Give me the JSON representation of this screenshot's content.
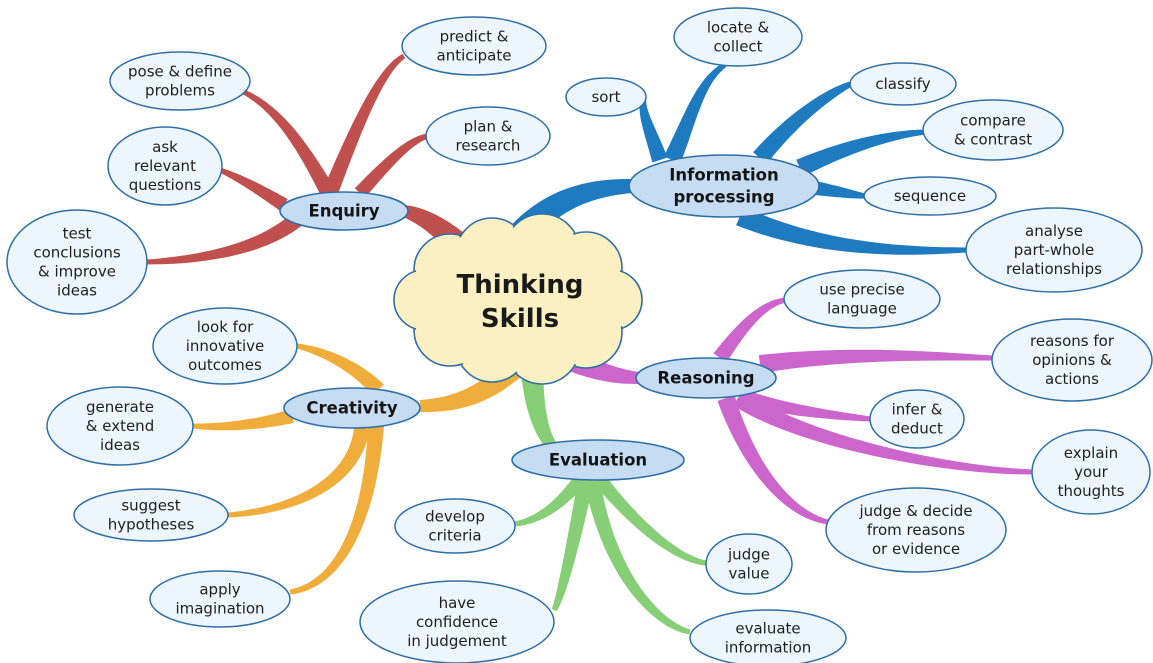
{
  "center": {
    "label": [
      "Thinking",
      "Skills"
    ]
  },
  "colors": {
    "enquiry": "#c0504d",
    "information": "#1f7bbf",
    "reasoning": "#cc66cc",
    "evaluation": "#86cf77",
    "creativity": "#f0ad3b",
    "center_fill": "#fcefc2"
  },
  "branches": [
    {
      "id": "enquiry",
      "label": [
        "Enquiry"
      ],
      "children": [
        {
          "id": "pose",
          "label": [
            "pose & define",
            "problems"
          ]
        },
        {
          "id": "predict",
          "label": [
            "predict &",
            "anticipate"
          ]
        },
        {
          "id": "ask",
          "label": [
            "ask",
            "relevant",
            "questions"
          ]
        },
        {
          "id": "plan",
          "label": [
            "plan &",
            "research"
          ]
        },
        {
          "id": "test",
          "label": [
            "test",
            "conclusions",
            "& improve",
            "ideas"
          ]
        }
      ]
    },
    {
      "id": "information",
      "label": [
        "Information",
        "processing"
      ],
      "children": [
        {
          "id": "locate",
          "label": [
            "locate &",
            "collect"
          ]
        },
        {
          "id": "sort",
          "label": [
            "sort"
          ]
        },
        {
          "id": "classify",
          "label": [
            "classify"
          ]
        },
        {
          "id": "compare",
          "label": [
            "compare",
            "& contrast"
          ]
        },
        {
          "id": "sequence",
          "label": [
            "sequence"
          ]
        },
        {
          "id": "analyse",
          "label": [
            "analyse",
            "part-whole",
            "relationships"
          ]
        }
      ]
    },
    {
      "id": "reasoning",
      "label": [
        "Reasoning"
      ],
      "children": [
        {
          "id": "precise",
          "label": [
            "use precise",
            "language"
          ]
        },
        {
          "id": "reasons",
          "label": [
            "reasons for",
            "opinions &",
            "actions"
          ]
        },
        {
          "id": "infer",
          "label": [
            "infer &",
            "deduct"
          ]
        },
        {
          "id": "explain",
          "label": [
            "explain",
            "your",
            "thoughts"
          ]
        },
        {
          "id": "judge_decide",
          "label": [
            "judge & decide",
            "from reasons",
            "or evidence"
          ]
        }
      ]
    },
    {
      "id": "evaluation",
      "label": [
        "Evaluation"
      ],
      "children": [
        {
          "id": "criteria",
          "label": [
            "develop",
            "criteria"
          ]
        },
        {
          "id": "judge_value",
          "label": [
            "judge",
            "value"
          ]
        },
        {
          "id": "confidence",
          "label": [
            "have",
            "confidence",
            "in judgement"
          ]
        },
        {
          "id": "evaluate_info",
          "label": [
            "evaluate",
            "information"
          ]
        }
      ]
    },
    {
      "id": "creativity",
      "label": [
        "Creativity"
      ],
      "children": [
        {
          "id": "innovative",
          "label": [
            "look for",
            "innovative",
            "outcomes"
          ]
        },
        {
          "id": "generate",
          "label": [
            "generate",
            "& extend",
            "ideas"
          ]
        },
        {
          "id": "hypotheses",
          "label": [
            "suggest",
            "hypotheses"
          ]
        },
        {
          "id": "imagination",
          "label": [
            "apply",
            "imagination"
          ]
        }
      ]
    }
  ]
}
